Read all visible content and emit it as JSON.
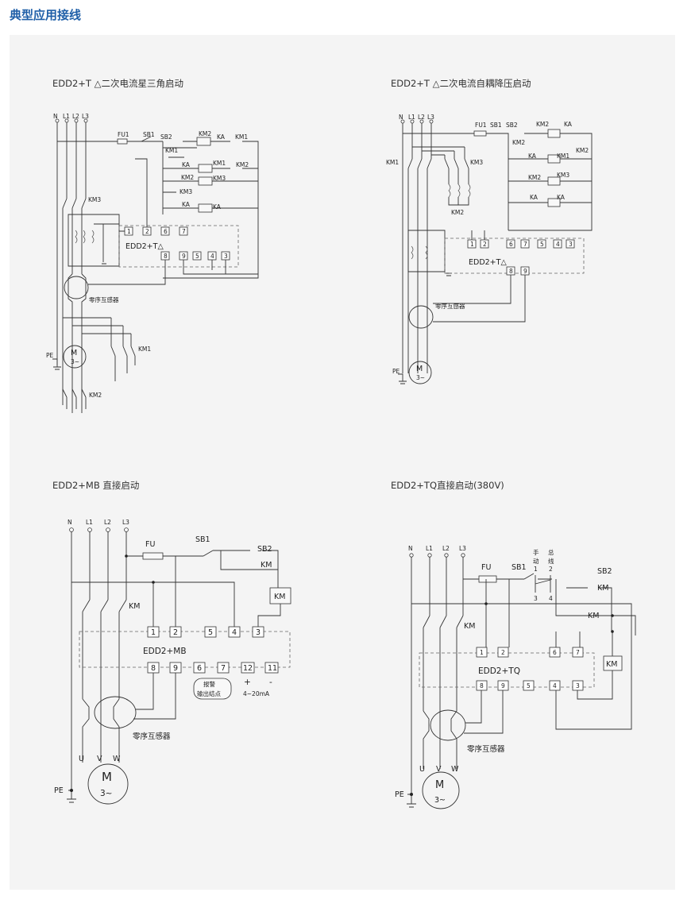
{
  "page": {
    "title": "典型应用接线"
  },
  "diagrams": [
    {
      "title": "EDD2+T △二次电流星三角启动",
      "lines": [
        "N",
        "L1",
        "L2",
        "L3"
      ],
      "fuse": "FU1",
      "buttons": [
        "SB1",
        "SB2"
      ],
      "contactors": [
        "KM1",
        "KM2",
        "KM3",
        "KA"
      ],
      "device": "EDD2+T△",
      "terminals_top": [
        "1",
        "2",
        "6",
        "7"
      ],
      "terminals_bottom": [
        "8",
        "9",
        "5",
        "4",
        "3"
      ],
      "ct": "零序互感器",
      "motor": [
        "M",
        "3~"
      ],
      "pe": "PE"
    },
    {
      "title": "EDD2+T △二次电流自耦降压启动",
      "lines": [
        "N",
        "L1",
        "L2",
        "L3"
      ],
      "fuse": "FU1",
      "buttons": [
        "SB1",
        "SB2"
      ],
      "contactors": [
        "KM1",
        "KM2",
        "KM3",
        "KA"
      ],
      "device": "EDD2+T△",
      "terminals_top": [
        "1",
        "2",
        "6",
        "7",
        "5",
        "4",
        "3"
      ],
      "terminals_bottom": [
        "8",
        "9"
      ],
      "ct": "零序互感器",
      "motor": [
        "M",
        "3~"
      ],
      "pe": "PE"
    },
    {
      "title": "EDD2+MB 直接启动",
      "lines": [
        "N",
        "L1",
        "L2",
        "L3"
      ],
      "fuse": "FU",
      "buttons": [
        "SB1",
        "SB2"
      ],
      "contactor": "KM",
      "device": "EDD2+MB",
      "terminals_top": [
        "1",
        "2",
        "5",
        "4",
        "3"
      ],
      "terminals_bottom": [
        "8",
        "9",
        "6",
        "7",
        "12",
        "11"
      ],
      "alarm": [
        "报警",
        "输出结点"
      ],
      "plus": "+",
      "minus": "-",
      "current": "4~20mA",
      "ct": "零序互感器",
      "phases": [
        "U",
        "V",
        "W"
      ],
      "motor": [
        "M",
        "3~"
      ],
      "pe": "PE"
    },
    {
      "title": "EDD2+TQ直接启动(380V)",
      "lines": [
        "N",
        "L1",
        "L2",
        "L3"
      ],
      "fuse": "FU",
      "buttons": [
        "SB1",
        "SB2"
      ],
      "switch": [
        "手",
        "动",
        "总",
        "线"
      ],
      "switch_pins": [
        "1",
        "2",
        "3",
        "4"
      ],
      "contactor": "KM",
      "device": "EDD2+TQ",
      "terminals_top": [
        "1",
        "2",
        "6",
        "7"
      ],
      "terminals_bottom": [
        "8",
        "9",
        "5",
        "4",
        "3"
      ],
      "ct": "零序互感器",
      "phases": [
        "U",
        "V",
        "W"
      ],
      "motor": [
        "M",
        "3~"
      ],
      "pe": "PE"
    }
  ]
}
